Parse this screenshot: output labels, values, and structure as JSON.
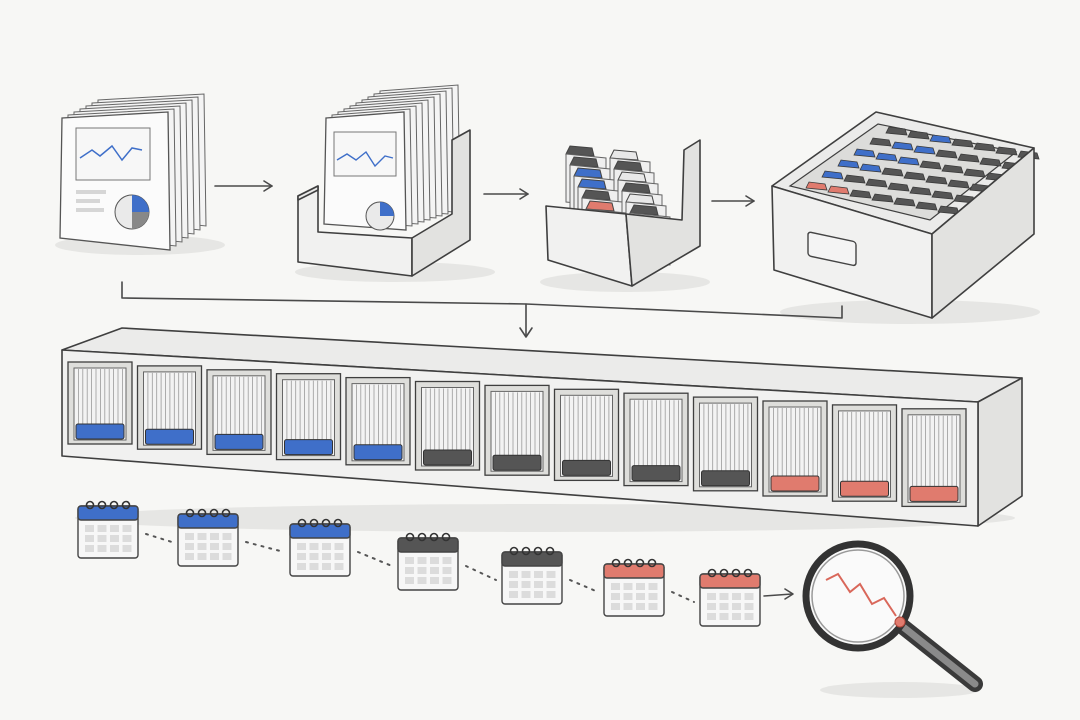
{
  "colors": {
    "blue": "#3f6fc9",
    "dark": "#555555",
    "red": "#e07b6e",
    "ink": "#4a4a4a",
    "paper": "#fbfbfb"
  },
  "stages": [
    {
      "icon": "document-stack-icon"
    },
    {
      "icon": "document-holder-icon"
    },
    {
      "icon": "tabbed-file-box-icon"
    },
    {
      "icon": "file-drawer-icon"
    }
  ],
  "shelf": {
    "compartments": [
      "blue",
      "blue",
      "blue",
      "blue",
      "blue",
      "dark",
      "dark",
      "dark",
      "dark",
      "dark",
      "red",
      "red",
      "red"
    ]
  },
  "timeline": {
    "calendars": [
      "blue",
      "blue",
      "blue",
      "dark",
      "dark",
      "red",
      "red"
    ],
    "end_icon": "magnifying-glass-icon"
  }
}
